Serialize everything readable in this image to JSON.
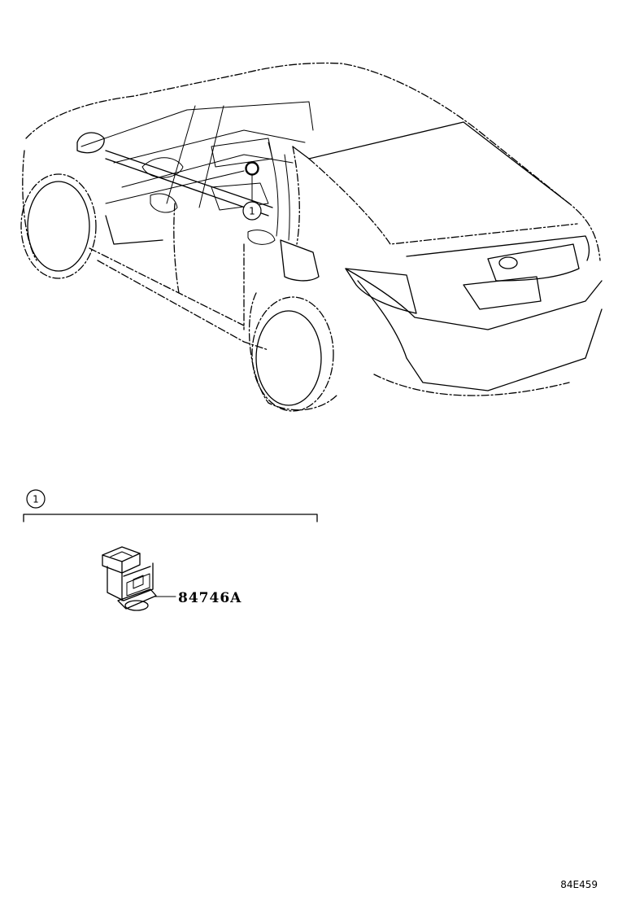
{
  "callouts": {
    "car_marker": "1",
    "section_marker": "1"
  },
  "part": {
    "number": "84746A"
  },
  "figure_code": "84E459"
}
